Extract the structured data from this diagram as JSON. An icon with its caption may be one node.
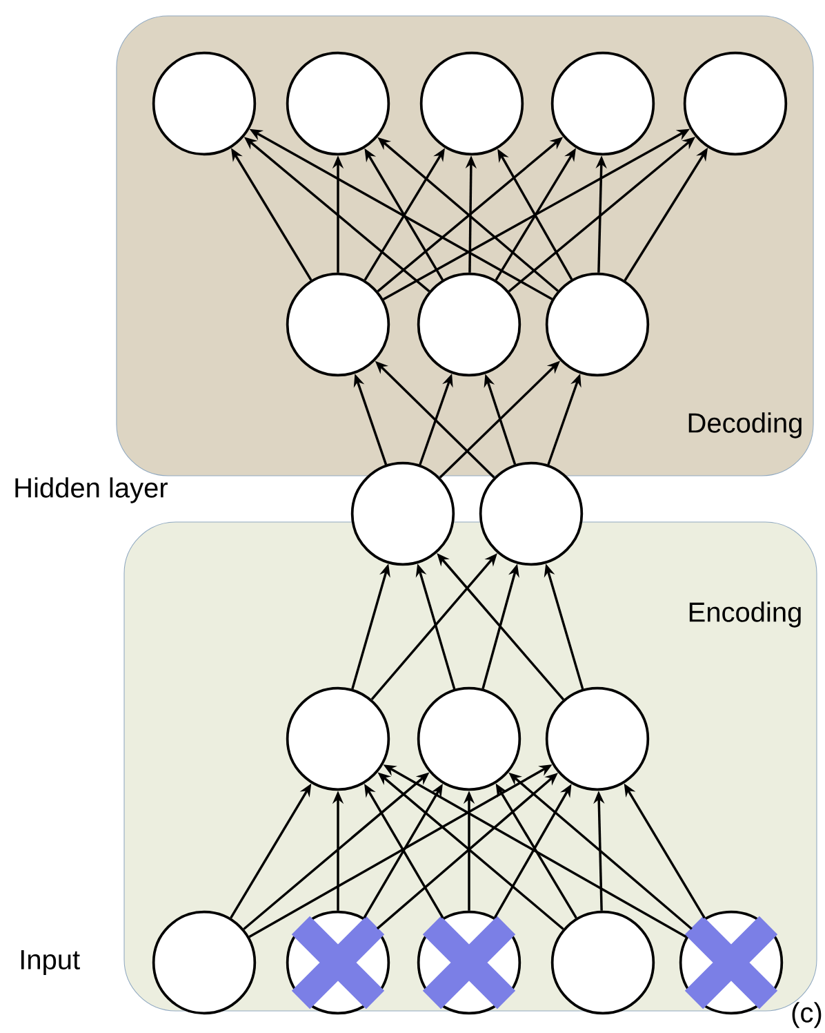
{
  "diagram": {
    "nodes": [
      {
        "text": [
          "Decoding"
        ]
      },
      {
        "text": [],
        "shape": "circle",
        "in": 0
      },
      {
        "text": [],
        "shape": "circle",
        "in": 0
      },
      {
        "text": [],
        "shape": "circle",
        "in": 0
      },
      {
        "text": [],
        "shape": "circle",
        "in": 0
      },
      {
        "text": [],
        "shape": "circle",
        "in": 0
      },
      {
        "text": [],
        "shape": "circle",
        "in": 0
      },
      {
        "text": [],
        "shape": "circle",
        "in": 0
      },
      {
        "text": [],
        "shape": "circle",
        "in": 0
      },
      {
        "text": [],
        "shape": "circle"
      },
      {
        "text": [],
        "shape": "circle"
      },
      {
        "text": [
          "Encoding"
        ]
      },
      {
        "text": [],
        "shape": "circle",
        "in": 11
      },
      {
        "text": [],
        "shape": "circle",
        "in": 11
      },
      {
        "text": [],
        "shape": "circle",
        "in": 11
      },
      {
        "text": [],
        "shape": "circle",
        "in": 11
      },
      {
        "text": [],
        "shape": "circle",
        "in": 11
      },
      {
        "text": [],
        "shape": "circle",
        "in": 11
      },
      {
        "text": [],
        "shape": "circle",
        "in": 11
      },
      {
        "text": [],
        "shape": "circle",
        "in": 11
      }
    ],
    "edges": [
      {
        "from": 15,
        "to": 12,
        "arrow": "to"
      },
      {
        "from": 15,
        "to": 13,
        "arrow": "to"
      },
      {
        "from": 15,
        "to": 14,
        "arrow": "to"
      },
      {
        "from": 16,
        "to": 12,
        "arrow": "to"
      },
      {
        "from": 16,
        "to": 13,
        "arrow": "to"
      },
      {
        "from": 16,
        "to": 14,
        "arrow": "to"
      },
      {
        "from": 17,
        "to": 12,
        "arrow": "to"
      },
      {
        "from": 17,
        "to": 13,
        "arrow": "to"
      },
      {
        "from": 17,
        "to": 14,
        "arrow": "to"
      },
      {
        "from": 18,
        "to": 12,
        "arrow": "to"
      },
      {
        "from": 18,
        "to": 13,
        "arrow": "to"
      },
      {
        "from": 18,
        "to": 14,
        "arrow": "to"
      },
      {
        "from": 19,
        "to": 12,
        "arrow": "to"
      },
      {
        "from": 19,
        "to": 13,
        "arrow": "to"
      },
      {
        "from": 19,
        "to": 14,
        "arrow": "to"
      },
      {
        "from": 12,
        "to": 9,
        "arrow": "to"
      },
      {
        "from": 12,
        "to": 10,
        "arrow": "to"
      },
      {
        "from": 13,
        "to": 9,
        "arrow": "to"
      },
      {
        "from": 13,
        "to": 10,
        "arrow": "to"
      },
      {
        "from": 14,
        "to": 9,
        "arrow": "to"
      },
      {
        "from": 14,
        "to": 10,
        "arrow": "to"
      },
      {
        "from": 9,
        "to": 6,
        "arrow": "to"
      },
      {
        "from": 9,
        "to": 7,
        "arrow": "to"
      },
      {
        "from": 9,
        "to": 8,
        "arrow": "to"
      },
      {
        "from": 10,
        "to": 6,
        "arrow": "to"
      },
      {
        "from": 10,
        "to": 7,
        "arrow": "to"
      },
      {
        "from": 10,
        "to": 8,
        "arrow": "to"
      },
      {
        "from": 6,
        "to": 1,
        "arrow": "to"
      },
      {
        "from": 6,
        "to": 2,
        "arrow": "to"
      },
      {
        "from": 6,
        "to": 3,
        "arrow": "to"
      },
      {
        "from": 6,
        "to": 4,
        "arrow": "to"
      },
      {
        "from": 6,
        "to": 5,
        "arrow": "to"
      },
      {
        "from": 7,
        "to": 1,
        "arrow": "to"
      },
      {
        "from": 7,
        "to": 2,
        "arrow": "to"
      },
      {
        "from": 7,
        "to": 3,
        "arrow": "to"
      },
      {
        "from": 7,
        "to": 4,
        "arrow": "to"
      },
      {
        "from": 7,
        "to": 5,
        "arrow": "to"
      },
      {
        "from": 8,
        "to": 1,
        "arrow": "to"
      },
      {
        "from": 8,
        "to": 2,
        "arrow": "to"
      },
      {
        "from": 8,
        "to": 3,
        "arrow": "to"
      },
      {
        "from": 8,
        "to": 4,
        "arrow": "to"
      },
      {
        "from": 8,
        "to": 5,
        "arrow": "to"
      }
    ],
    "labels": [
      "Hidden layer",
      "Input",
      "(c)"
    ]
  }
}
